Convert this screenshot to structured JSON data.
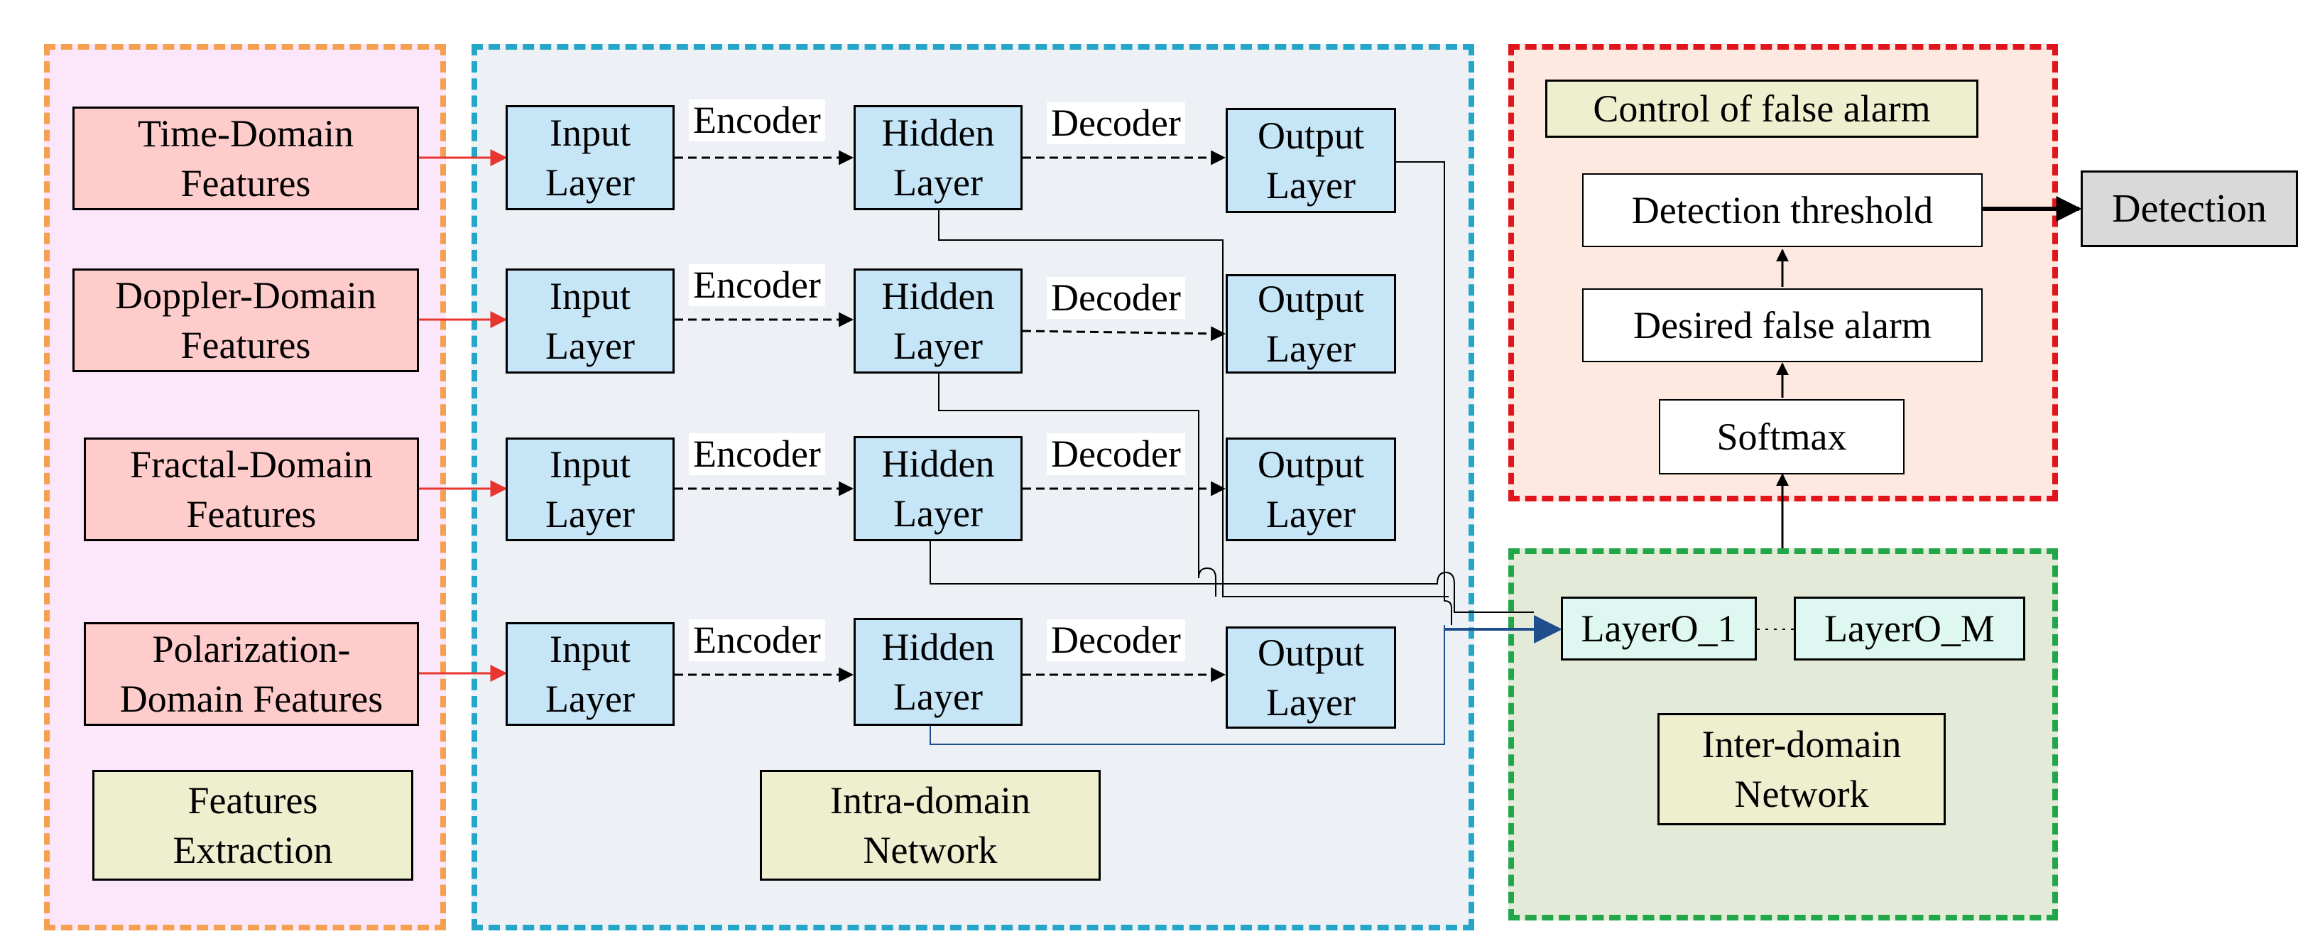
{
  "colors": {
    "features_region_border": "#f5a050",
    "features_region_fill": "#fce6fa",
    "intra_region_border": "#25a6c9",
    "intra_region_fill": "#edf1f6",
    "false_alarm_region_border": "#e0161c",
    "false_alarm_region_fill": "#fde9df",
    "inter_region_border": "#21a64a",
    "inter_region_fill": "#e3ebd8",
    "feature_box": "#ffcccc",
    "layer_box": "#c6e6f7",
    "note_box": "#eeefcf",
    "arrow_red": "#e8352e",
    "arrow_blue": "#1f4e8c"
  },
  "features": {
    "items": [
      "Time-Domain\nFeatures",
      "Doppler-Domain\nFeatures",
      "Fractal-Domain\nFeatures",
      "Polarization-\nDomain Features"
    ],
    "caption": "Features\nExtraction"
  },
  "intra": {
    "input_label": "Input\nLayer",
    "hidden_label": "Hidden\nLayer",
    "output_label": "Output\nLayer",
    "encoder_label": "Encoder",
    "decoder_label": "Decoder",
    "caption": "Intra-domain\nNetwork"
  },
  "inter": {
    "layer1": "LayerO_1",
    "layerM": "LayerO_M",
    "caption": "Inter-domain\nNetwork"
  },
  "false_alarm": {
    "title": "Control of false alarm",
    "threshold": "Detection threshold",
    "desired": "Desired false alarm",
    "softmax": "Softmax"
  },
  "detection": "Detection"
}
